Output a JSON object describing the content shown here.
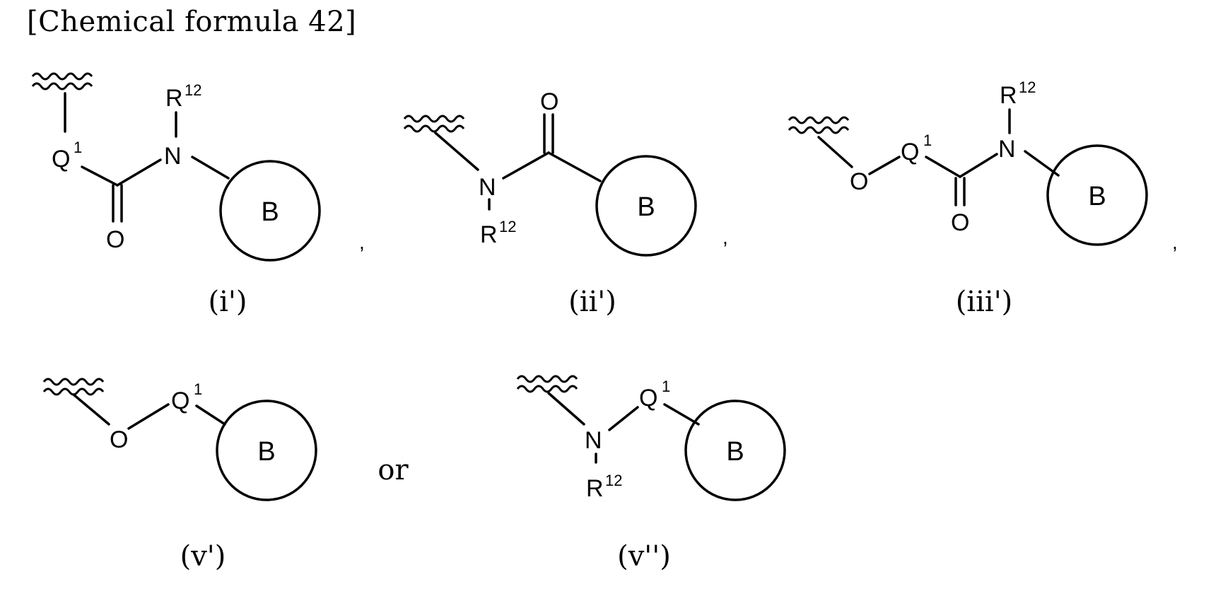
{
  "title": "[Chemical formula 42]",
  "atoms": {
    "q": "Q",
    "q_sup": "1",
    "n": "N",
    "o": "O",
    "r": "R",
    "r_sup": "12",
    "b": "B"
  },
  "separators": {
    "comma": ",",
    "or": "or"
  },
  "structures": [
    {
      "label": "(i')"
    },
    {
      "label": "(ii')"
    },
    {
      "label": "(iii')"
    },
    {
      "label": "(v')"
    },
    {
      "label": "(v'')"
    }
  ]
}
